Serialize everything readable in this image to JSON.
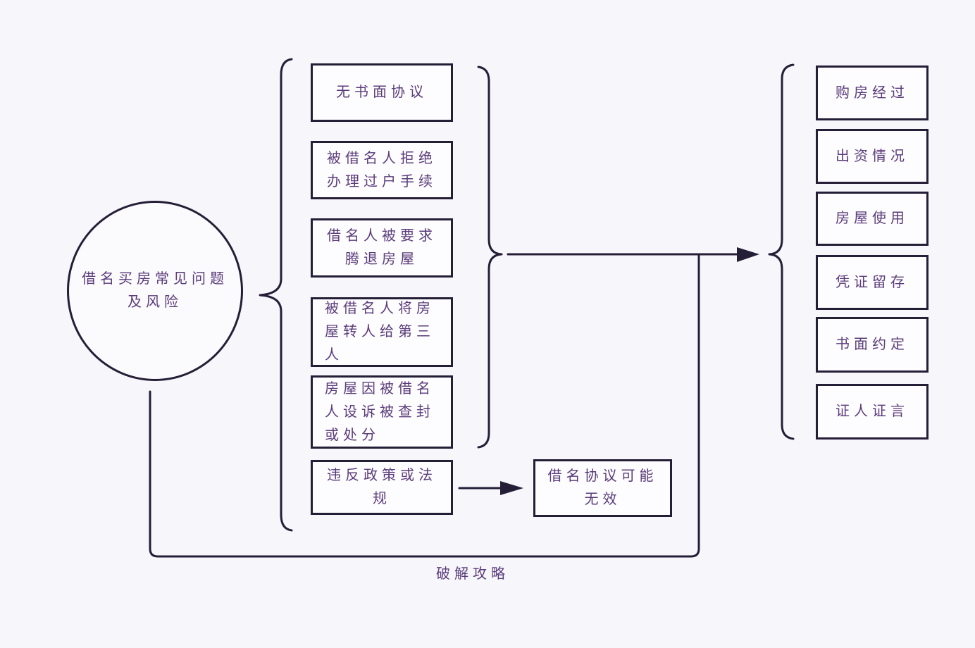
{
  "root": {
    "label": "借名买房常见问题\n及风险"
  },
  "risks": [
    {
      "label": "无书面协议"
    },
    {
      "label": "被借名人拒绝\n办理过户手续"
    },
    {
      "label": "借名人被要求\n腾退房屋"
    },
    {
      "label": "被借名人将房\n屋转人给第三\n人"
    },
    {
      "label": "房屋因被借名\n人设诉被查封\n或处分"
    },
    {
      "label": "违反政策或法\n规"
    }
  ],
  "consequence": {
    "label": "借名协议可能\n无效"
  },
  "strategies": [
    {
      "label": "购房经过"
    },
    {
      "label": "出资情况"
    },
    {
      "label": "房屋使用"
    },
    {
      "label": "凭证留存"
    },
    {
      "label": "书面约定"
    },
    {
      "label": "证人证言"
    }
  ],
  "strategy_label": "破解攻略",
  "colors": {
    "line": "#251e37",
    "text": "#5a3c7a",
    "background": "#f7f6fa",
    "node_fill": "#fdfcfe"
  }
}
